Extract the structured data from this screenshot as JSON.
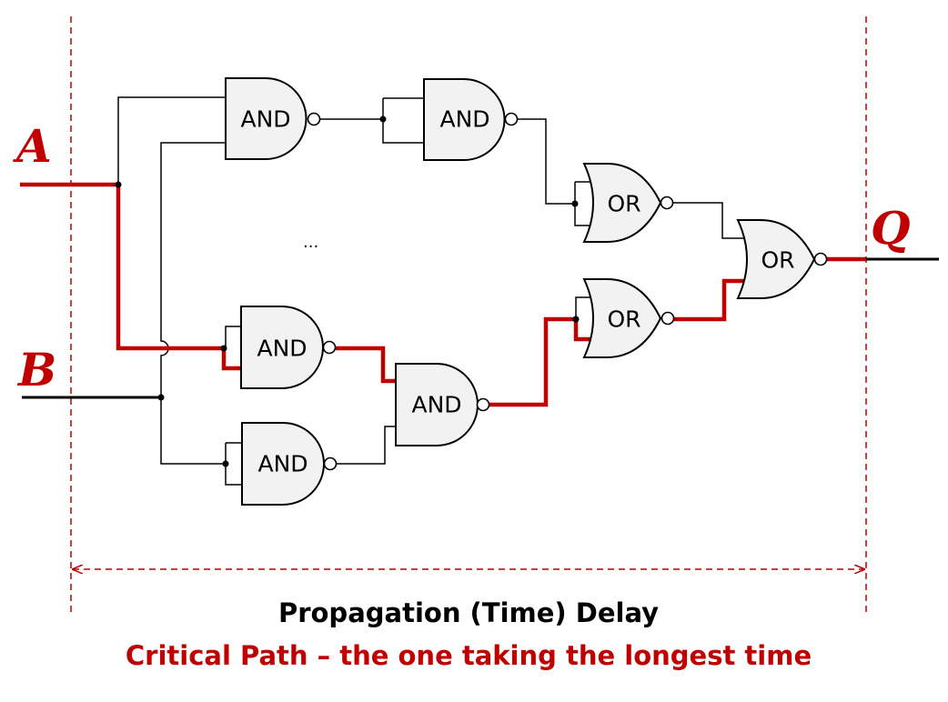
{
  "inputs": {
    "a": "A",
    "b": "B"
  },
  "output": {
    "q": "Q"
  },
  "gates": {
    "and1": "AND",
    "and2": "AND",
    "and3": "AND",
    "and4": "AND",
    "and5": "AND",
    "or1": "OR",
    "or2": "OR",
    "or3": "OR"
  },
  "ellipsis": "...",
  "caption": {
    "title": "Propagation (Time) Delay",
    "subtitle": "Critical Path – the one taking the longest time"
  },
  "colors": {
    "critical_path": "#c00000",
    "wire": "#000000",
    "gate_fill": "#f2f2f2"
  }
}
